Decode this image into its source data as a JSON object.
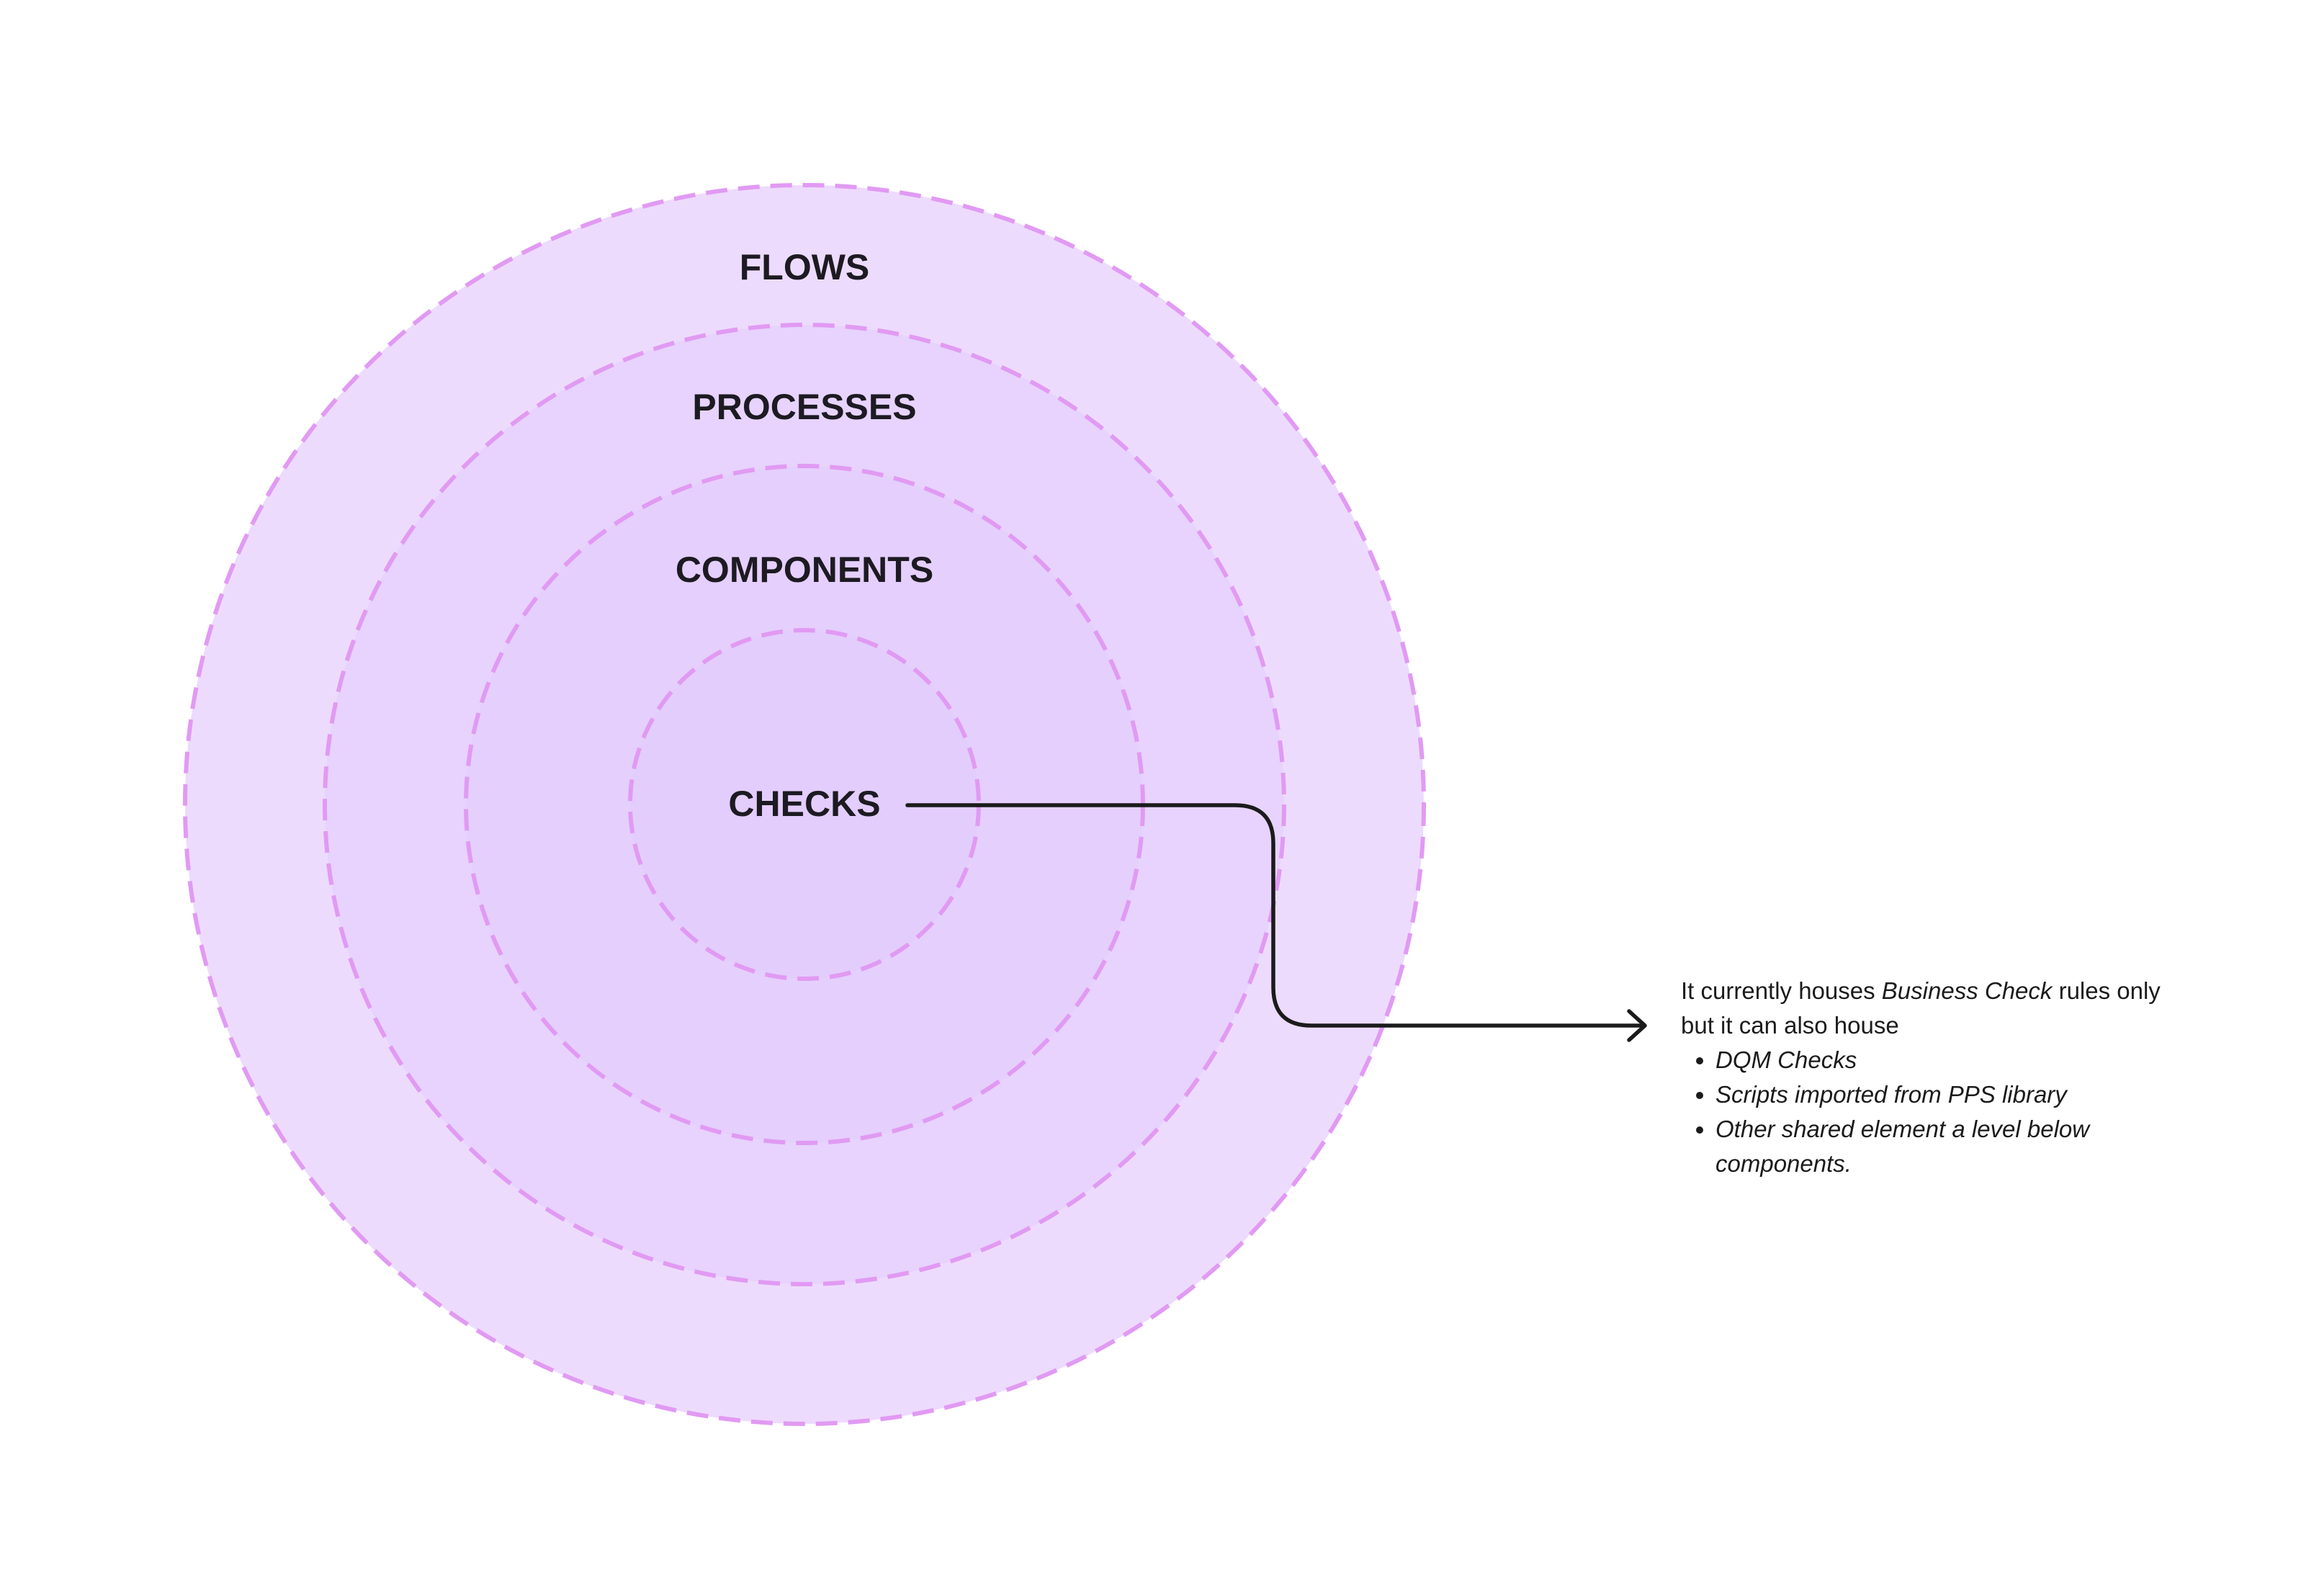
{
  "diagram": {
    "colors": {
      "outer_fill": "#eddbfe",
      "middle_fill": "#e7d3fe",
      "inner_fill": "#e5cffd",
      "core_fill": "#e3cdfd",
      "ring_stroke": "#e19af3",
      "label_text": "#1d1a22",
      "connector": "#1b1b1b"
    },
    "rings": [
      {
        "label": "FLOWS"
      },
      {
        "label": "PROCESSES"
      },
      {
        "label": "COMPONENTS"
      },
      {
        "label": "CHECKS"
      }
    ]
  },
  "note": {
    "intro_prefix": "It currently houses ",
    "intro_emphasis": "Business Check",
    "intro_suffix": " rules only but it can also house",
    "items": [
      "DQM Checks",
      "Scripts imported from PPS library",
      "Other shared element a level below components."
    ]
  }
}
